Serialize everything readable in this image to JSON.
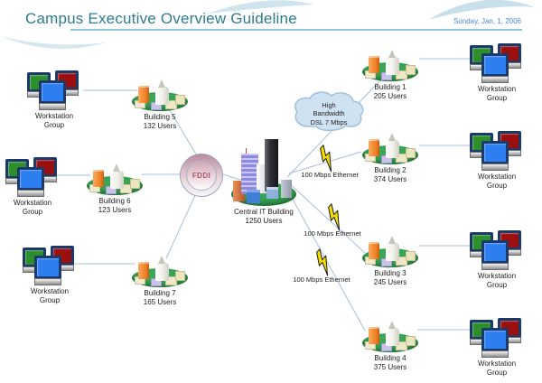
{
  "header": {
    "title": "Campus Executive Overview Guideline",
    "date": "Sunday, Jan, 1, 2006"
  },
  "network": {
    "fddi_label": "FDDI",
    "cloud_label": "High\nBandwidth\nDSL 7 Mbps",
    "ethernet_labels": [
      "100 Mbps Ethernet",
      "100 Mbps Ethernet",
      "100 Mbps Ethernet"
    ],
    "nodes": {
      "workstation_left_1": {
        "label": "Workstation\nGroup"
      },
      "building_5": {
        "label": "Building 5\n132 Users"
      },
      "workstation_left_2": {
        "label": "Workstation\nGroup"
      },
      "building_6": {
        "label": "Building 6\n123 Users"
      },
      "workstation_left_3": {
        "label": "Workstation\nGroup"
      },
      "building_7": {
        "label": "Building 7\n165 Users"
      },
      "central_it": {
        "label": "Central IT Building\n1250 Users"
      },
      "building_1": {
        "label": "Building 1\n205 Users"
      },
      "building_2": {
        "label": "Building 2\n374 Users"
      },
      "building_3": {
        "label": "Building 3\n245 Users"
      },
      "building_4": {
        "label": "Building 4\n375 Users"
      },
      "workstation_right_1": {
        "label": "Workstation\nGroup"
      },
      "workstation_right_2": {
        "label": "Workstation\nGroup"
      },
      "workstation_right_3": {
        "label": "Workstation\nGroup"
      },
      "workstation_right_4": {
        "label": "Workstation\nGroup"
      }
    }
  },
  "colors": {
    "title_teal": "#2e7b91",
    "date_blue": "#4a86d8",
    "link_line": "#a9bed9",
    "campus_green": "#2f9e4e",
    "bolt_yellow": "#f5dc00",
    "fddi_text": "#b3506a",
    "cloud_fill": "#cfe2f2"
  }
}
